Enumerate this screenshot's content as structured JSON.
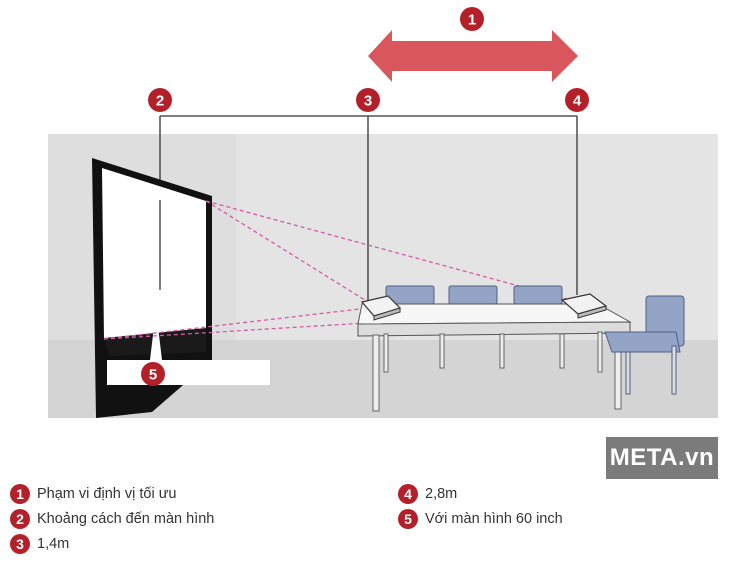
{
  "diagram": {
    "markers": {
      "m1": "1",
      "m2": "2",
      "m3": "3",
      "m4": "4",
      "m5": "5"
    }
  },
  "colors": {
    "marker_red": "#b3202a",
    "arrow_red": "#d9575c",
    "beam_pink": "#d45aa6",
    "wall_gray": "#e4e4e4",
    "floor_gray": "#d4d4d4",
    "chair_blue": "#93a4c6",
    "brand_bg": "#7b7b7b"
  },
  "brand": {
    "text": "META.vn"
  },
  "legend": {
    "left": [
      {
        "num": "1",
        "text": "Phạm vi định vị tối ưu"
      },
      {
        "num": "2",
        "text": "Khoảng cách đến màn hình"
      },
      {
        "num": "3",
        "text": "1,4m"
      }
    ],
    "right": [
      {
        "num": "4",
        "text": "2,8m"
      },
      {
        "num": "5",
        "text": "Với màn hình 60 inch"
      }
    ]
  }
}
